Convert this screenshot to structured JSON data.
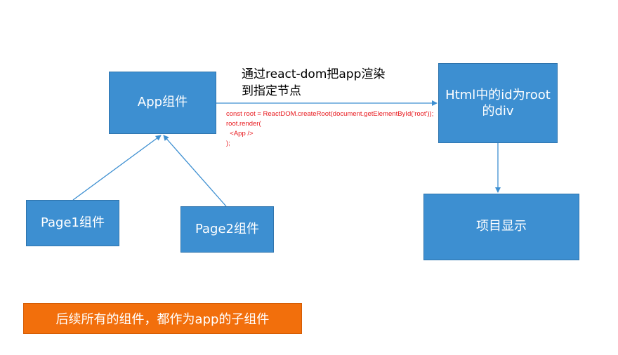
{
  "nodes": {
    "app": "App组件",
    "page1": "Page1组件",
    "page2": "Page2组件",
    "root_line1": "Html中的id为root",
    "root_line2": "的div",
    "display": "项目显示"
  },
  "render_caption": {
    "line1": "通过react-dom把app渲染",
    "line2": "到指定节点"
  },
  "render_code": {
    "line1": "const root = ReactDOM.createRoot(document.getElementById('root'));",
    "line2": "root.render(",
    "line3": "  <App />",
    "line4": ");"
  },
  "footer_note": "后续所有的组件，都作为app的子组件",
  "colors": {
    "box_fill": "#3d8fd1",
    "arrow": "#3d8fd1",
    "code_text": "#e8161b",
    "note_fill": "#f26f0c"
  }
}
